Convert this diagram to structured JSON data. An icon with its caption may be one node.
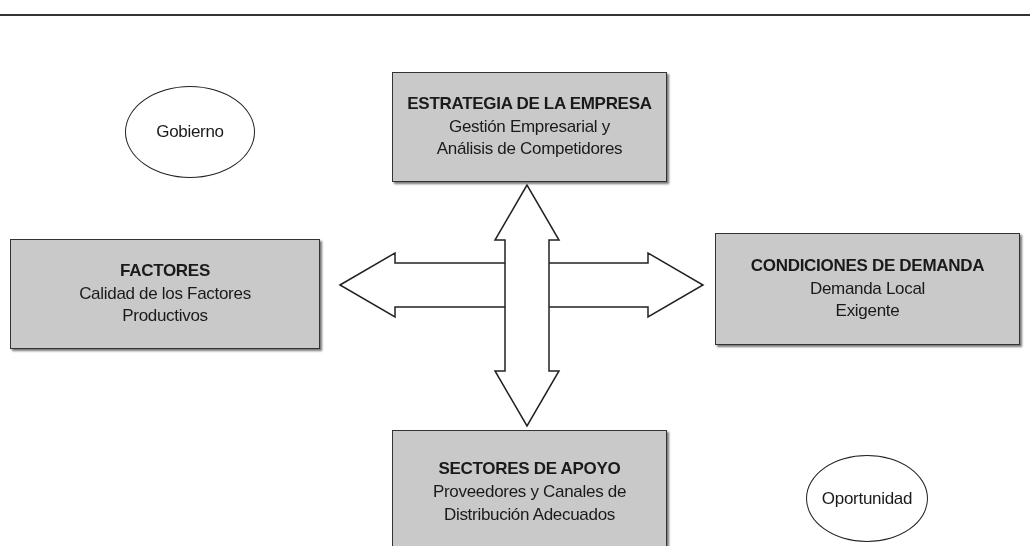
{
  "diagram": {
    "nodes": [
      {
        "text": [
          "Gobierno"
        ]
      },
      {
        "text": [
          "ESTRATEGIA DE LA EMPRESA",
          "Gestión Empresarial y Análisis de Competidores"
        ]
      },
      {
        "text": [
          "FACTORES",
          "Calidad de los Factores Productivos"
        ]
      },
      {
        "text": [
          "CONDICIONES DE DEMANDA",
          "Demanda Local Exigente"
        ]
      },
      {
        "text": [
          "SECTORES DE APOYO",
          "Proveedores y Canales de Distribución Adecuados"
        ]
      },
      {
        "text": [
          "Oportunidad"
        ]
      }
    ],
    "edges": [
      {
        "from": 2,
        "to": 3,
        "arrow": "both"
      },
      {
        "from": 4,
        "to": 1,
        "arrow": "both"
      }
    ]
  }
}
